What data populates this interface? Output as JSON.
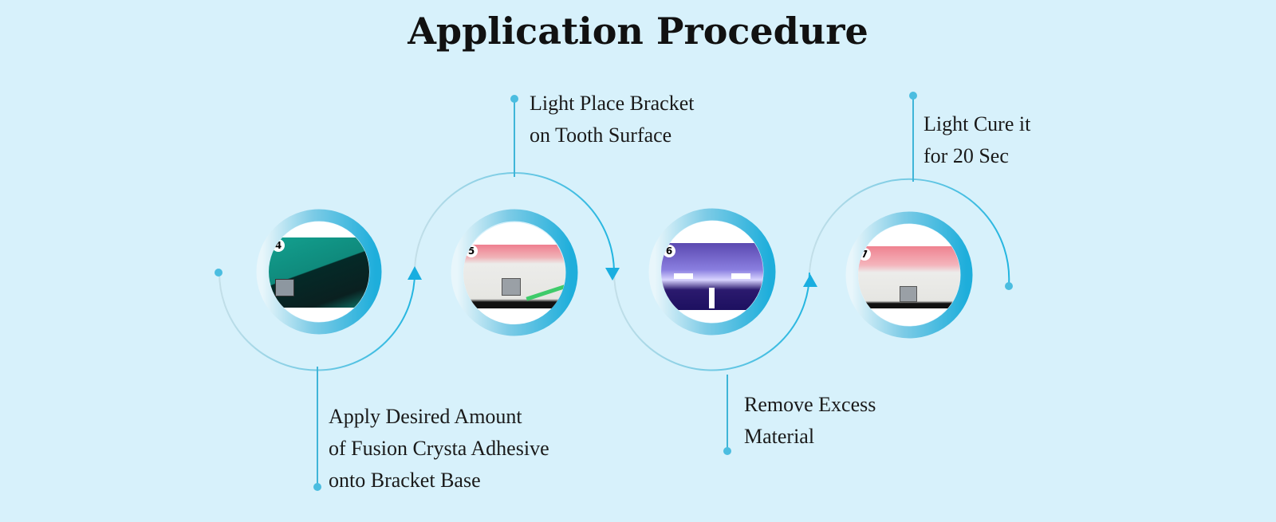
{
  "title": "Application Procedure",
  "colors": {
    "background": "#d7f1fb",
    "accent": "#22b5e0",
    "ring": "#3cb8dd",
    "text": "#1a1a1a"
  },
  "steps": [
    {
      "number": "4",
      "lines": [
        "Apply Desired Amount",
        "of Fusion Crysta Adhesive",
        "onto Bracket Base"
      ],
      "image": "bracket-adhesive-photo"
    },
    {
      "number": "5",
      "lines": [
        "Light Place Bracket",
        "on Tooth Surface"
      ],
      "image": "bracket-on-tooth-photo"
    },
    {
      "number": "6",
      "lines": [
        "Remove Excess",
        "Material"
      ],
      "image": "remove-excess-photo"
    },
    {
      "number": "7",
      "lines": [
        "Light Cure it",
        "for 20 Sec"
      ],
      "image": "light-cure-photo"
    }
  ]
}
